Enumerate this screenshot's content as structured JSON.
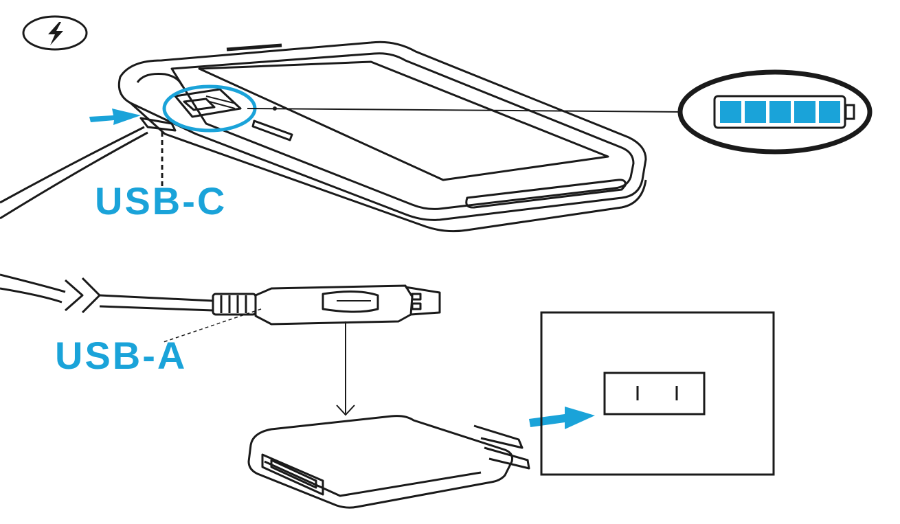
{
  "labels": {
    "usb_c": "USB-C",
    "usb_a": "USB-A"
  },
  "battery": {
    "segments": 5,
    "level": 1.0
  },
  "icons": {
    "charge": "lightning-bolt-icon",
    "battery": "battery-full-icon",
    "arrow_cable": "arrow-right-icon",
    "arrow_plug": "arrow-right-icon",
    "arrow_down": "arrow-down-icon"
  },
  "colors": {
    "accent": "#1aa3d9",
    "line": "#1a1a1a",
    "background": "#ffffff"
  }
}
